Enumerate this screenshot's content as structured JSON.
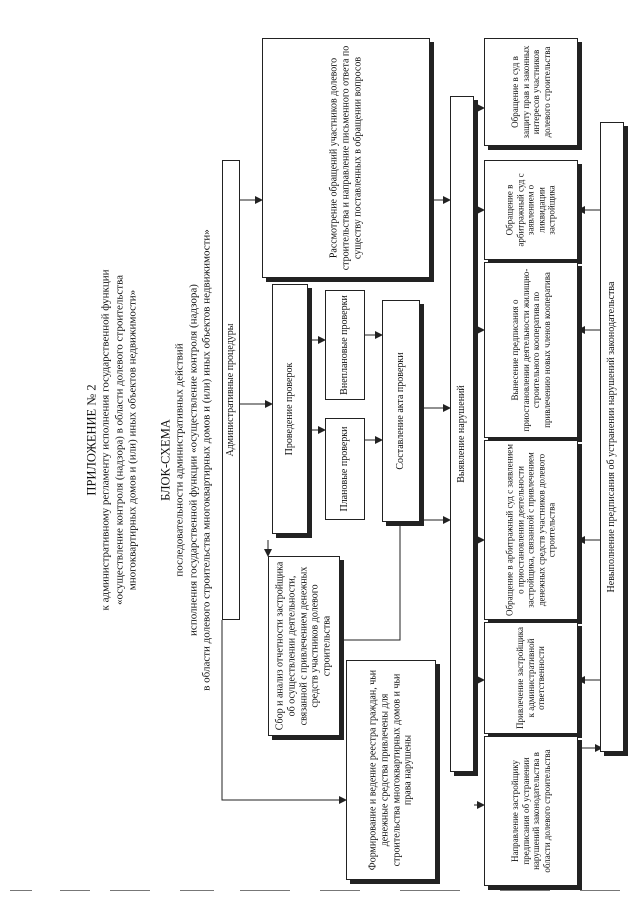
{
  "header": {
    "appendix": "ПРИЛОЖЕНИЕ № 2",
    "line1": "к административному регламенту исполнения государственной функции",
    "line2": "«осуществление контроля (надзора) в области долевого строительства",
    "line3": "многоквартирных домов и (или) иных объектов недвижимости»"
  },
  "schema": {
    "title": "БЛОК-СХЕМА",
    "line1": "последовательности административных действий",
    "line2": "исполнения государственной функции «осуществление контроля (надзора)",
    "line3": "в области долевого строительства многоквартирных домов и (или) иных объектов недвижимости»"
  },
  "boxes": {
    "admin_procedures": "Административные процедуры",
    "consideration": "Рассмотрение обращений участников долевого строительства и направление письменного ответа по существу поставленных в обращении вопросов",
    "inspections": "Проведение проверок",
    "planned": "Плановые проверки",
    "unplanned": "Внеплановые проверки",
    "inspection_act": "Составление акта проверки",
    "collection": "Сбор и анализ отчетности застройщика об осуществлении деятельности, связанной с привлечением денежных средств участников долевого строительства",
    "registry": "Формирование и ведение реестра граждан, чьи денежные средства привлечены для строительства многоквартирных домов и чьи права нарушены",
    "violations": "Выявление нарушений",
    "court_rights": "Обращение в суд в защиту прав и законных интересов участников долевого строительства",
    "court_liquidation": "Обращение в арбитражный суд с заявлением о ликвидации застройщика",
    "cooperative": "Вынесение предписания о приостановлении деятельности жилищно-строительного кооператива по привлечению новых членов кооператива",
    "court_suspension": "Обращение в арбитражный суд с заявлением о приостановлении деятельности застройщика, связанной с привлечением денежных средств участников долевого строительства",
    "liability": "Привлечение застройщика к административной ответственности",
    "order": "Направление застройщику предписания об устранении нарушений законодательства в области долевого строительства",
    "non_compliance": "Невыполнение предписания об устранении нарушений законодательства"
  }
}
